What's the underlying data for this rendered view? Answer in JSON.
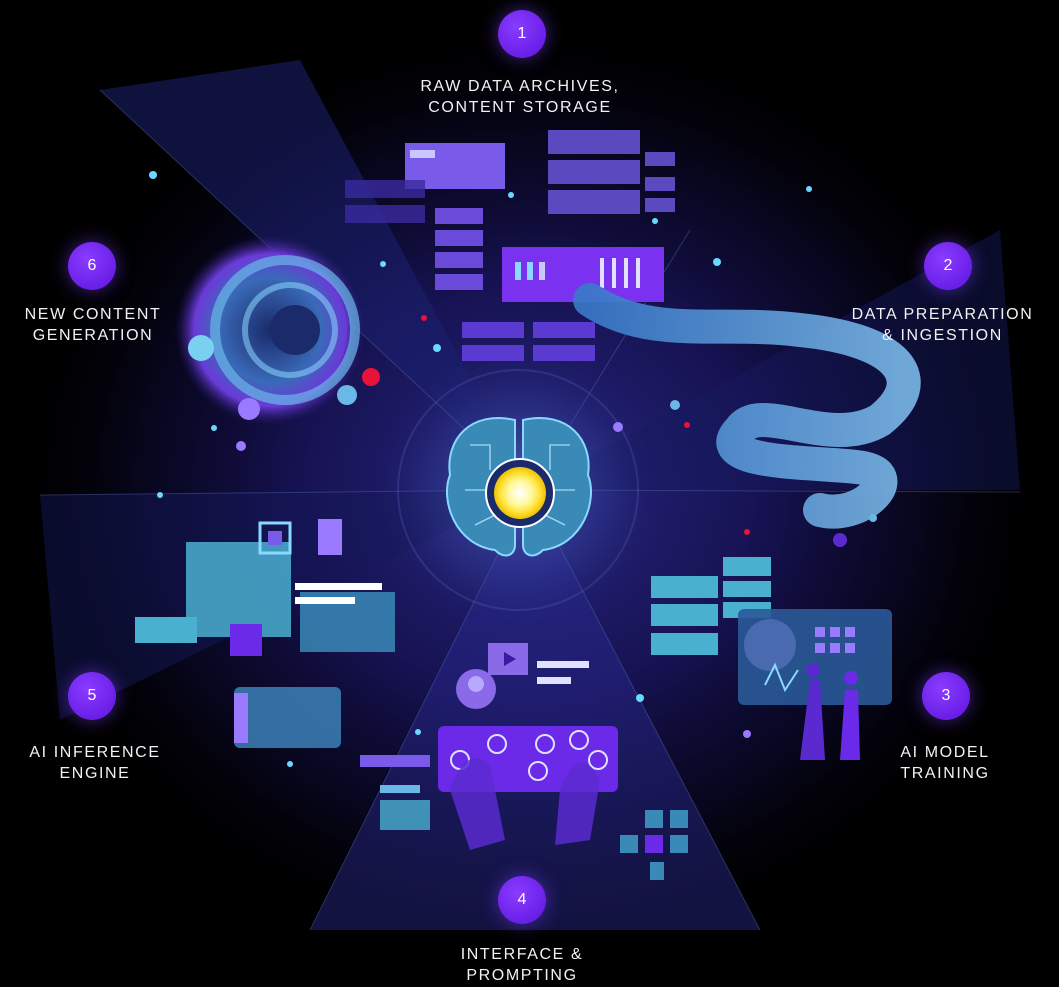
{
  "steps": [
    {
      "number": "1",
      "line1": "RAW DATA ARCHIVES,",
      "line2": "CONTENT STORAGE"
    },
    {
      "number": "2",
      "line1": "DATA PREPARATION",
      "line2": "& INGESTION"
    },
    {
      "number": "3",
      "line1": "AI MODEL",
      "line2": "TRAINING"
    },
    {
      "number": "4",
      "line1": "INTERFACE &",
      "line2": "PROMPTING"
    },
    {
      "number": "5",
      "line1": "AI INFERENCE",
      "line2": "ENGINE"
    },
    {
      "number": "6",
      "line1": "NEW CONTENT",
      "line2": "GENERATION"
    }
  ],
  "colors": {
    "background": "#000000",
    "badge": "#6a1fe8",
    "accent_cyan": "#5ec8ee",
    "accent_purple": "#7b3cf0",
    "core_yellow": "#ffe23a",
    "accent_red": "#e8123a"
  },
  "icons": [
    "brain-icon",
    "play-icon",
    "user-icon",
    "hands-icon",
    "server-icon",
    "spiral-icon"
  ]
}
